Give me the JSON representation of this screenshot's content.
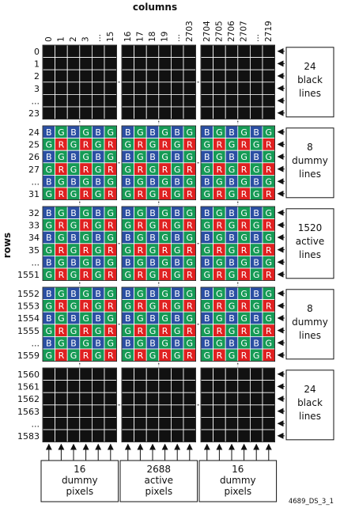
{
  "header": {
    "columns_label": "columns",
    "rows_label": "rows"
  },
  "column_labels": {
    "group1": [
      "0",
      "1",
      "2",
      "3",
      "...",
      "15"
    ],
    "group2": [
      "16",
      "17",
      "18",
      "19",
      "...",
      "2703"
    ],
    "group3": [
      "2704",
      "2705",
      "2706",
      "2707",
      "...",
      "2719"
    ]
  },
  "row_sections": [
    {
      "type": "black",
      "row_labels": [
        "0",
        "1",
        "2",
        "3",
        "...",
        "23"
      ],
      "box_lines": [
        "24",
        "black",
        "lines"
      ]
    },
    {
      "type": "color",
      "row_labels": [
        "24",
        "25",
        "26",
        "27",
        "...",
        "31"
      ],
      "box_lines": [
        "8",
        "dummy",
        "lines"
      ]
    },
    {
      "type": "color",
      "row_labels": [
        "32",
        "33",
        "34",
        "35",
        "...",
        "1551"
      ],
      "box_lines": [
        "1520",
        "active",
        "lines"
      ]
    },
    {
      "type": "color",
      "row_labels": [
        "1552",
        "1553",
        "1554",
        "1555",
        "...",
        "1559"
      ],
      "box_lines": [
        "8",
        "dummy",
        "lines"
      ]
    },
    {
      "type": "black",
      "row_labels": [
        "1560",
        "1561",
        "1562",
        "1563",
        "...",
        "1583"
      ],
      "box_lines": [
        "24",
        "black",
        "lines"
      ]
    }
  ],
  "bayer": {
    "row_a": [
      "B",
      "G",
      "B",
      "G",
      "B",
      "G"
    ],
    "row_b": [
      "G",
      "R",
      "G",
      "R",
      "G",
      "R"
    ]
  },
  "bottom_boxes": [
    [
      "16",
      "dummy",
      "pixels"
    ],
    [
      "2688",
      "active",
      "pixels"
    ],
    [
      "16",
      "dummy",
      "pixels"
    ]
  ],
  "footnote": "4689_DS_3_1",
  "colors": {
    "B": "#2a4fa3",
    "G": "#159a55",
    "R": "#e02020",
    "black": "#111111",
    "grid_line": "#ffffff"
  }
}
